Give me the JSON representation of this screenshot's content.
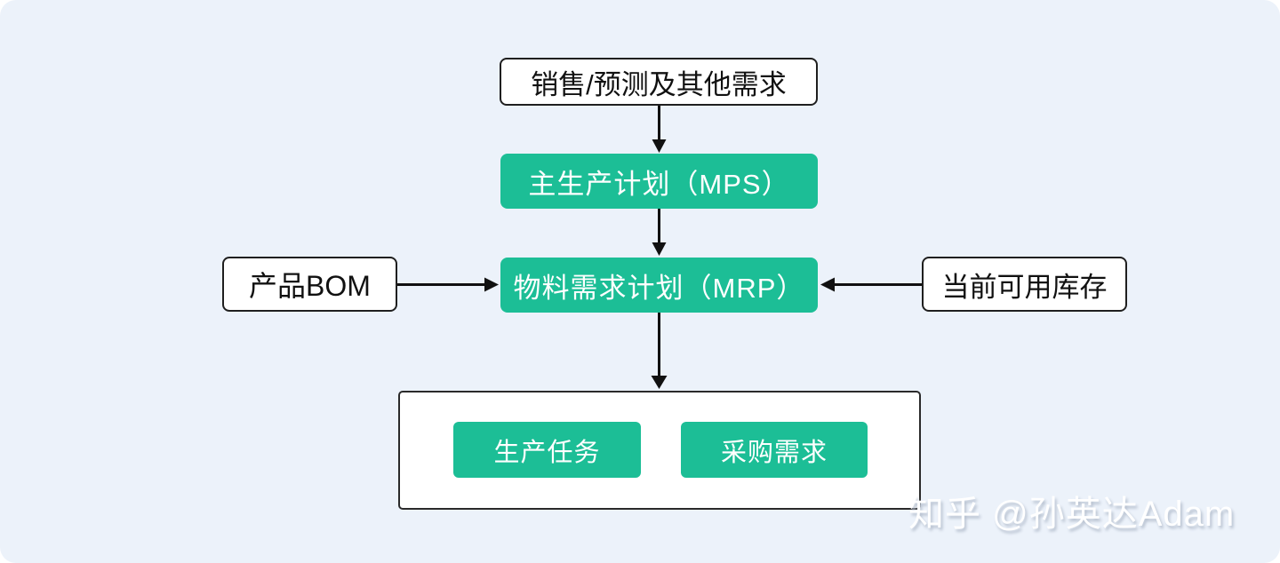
{
  "page": {
    "background": "#FFFFFF",
    "canvas_background": "#ECF2FA"
  },
  "colors": {
    "node_green": "#1CBE96",
    "node_white": "#FFFFFF",
    "border_dark": "#1F1F1F",
    "arrow": "#111111",
    "green_node_text": "#FFFFFF",
    "white_node_text": "#111111"
  },
  "diagram": {
    "nodes": {
      "demand": {
        "label": "销售/预测及其他需求",
        "style": "white"
      },
      "mps": {
        "label": "主生产计划（MPS）",
        "style": "green"
      },
      "bom": {
        "label": "产品BOM",
        "style": "white"
      },
      "mrp": {
        "label": "物料需求计划（MRP）",
        "style": "green"
      },
      "inventory": {
        "label": "当前可用库存",
        "style": "white"
      },
      "production_task": {
        "label": "生产任务",
        "style": "green"
      },
      "purchase_demand": {
        "label": "采购需求",
        "style": "green"
      }
    },
    "edges": [
      {
        "from": "demand",
        "to": "mps",
        "direction": "down"
      },
      {
        "from": "mps",
        "to": "mrp",
        "direction": "down"
      },
      {
        "from": "bom",
        "to": "mrp",
        "direction": "right"
      },
      {
        "from": "inventory",
        "to": "mrp",
        "direction": "left"
      },
      {
        "from": "mrp",
        "to": "outputs",
        "direction": "down"
      }
    ]
  },
  "watermark": {
    "text": "知乎 @孙英达Adam",
    "color": "#FFFFFF"
  }
}
